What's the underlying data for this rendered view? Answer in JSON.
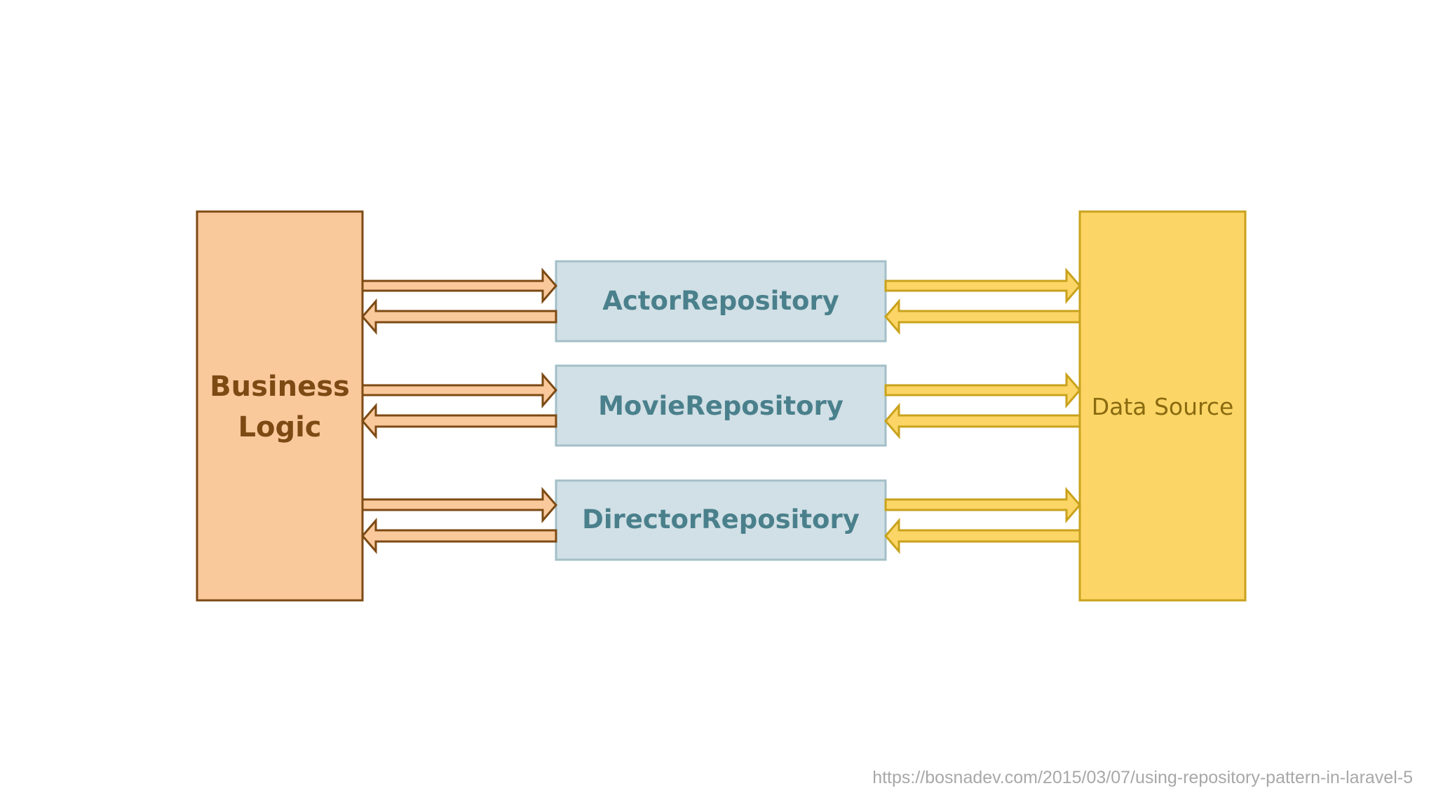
{
  "diagram": {
    "business_logic": {
      "label_line1": "Business",
      "label_line2": "Logic",
      "fill": "#f9c99c",
      "stroke": "#7d4a14"
    },
    "repositories": [
      {
        "label": "ActorRepository"
      },
      {
        "label": "MovieRepository"
      },
      {
        "label": "DirectorRepository"
      }
    ],
    "repository_style": {
      "fill": "#d1e0e6",
      "stroke": "#a3bfc7",
      "text_color": "#4a808c"
    },
    "data_source": {
      "label": "Data Source",
      "fill": "#fbd666",
      "stroke": "#c9a21c"
    },
    "arrow_colors": {
      "left_fill": "#f9c99c",
      "left_stroke": "#7d4a14",
      "right_fill": "#fbd666",
      "right_stroke": "#c9a21c"
    }
  },
  "source_url": "https://bosnadev.com/2015/03/07/using-repository-pattern-in-laravel-5"
}
